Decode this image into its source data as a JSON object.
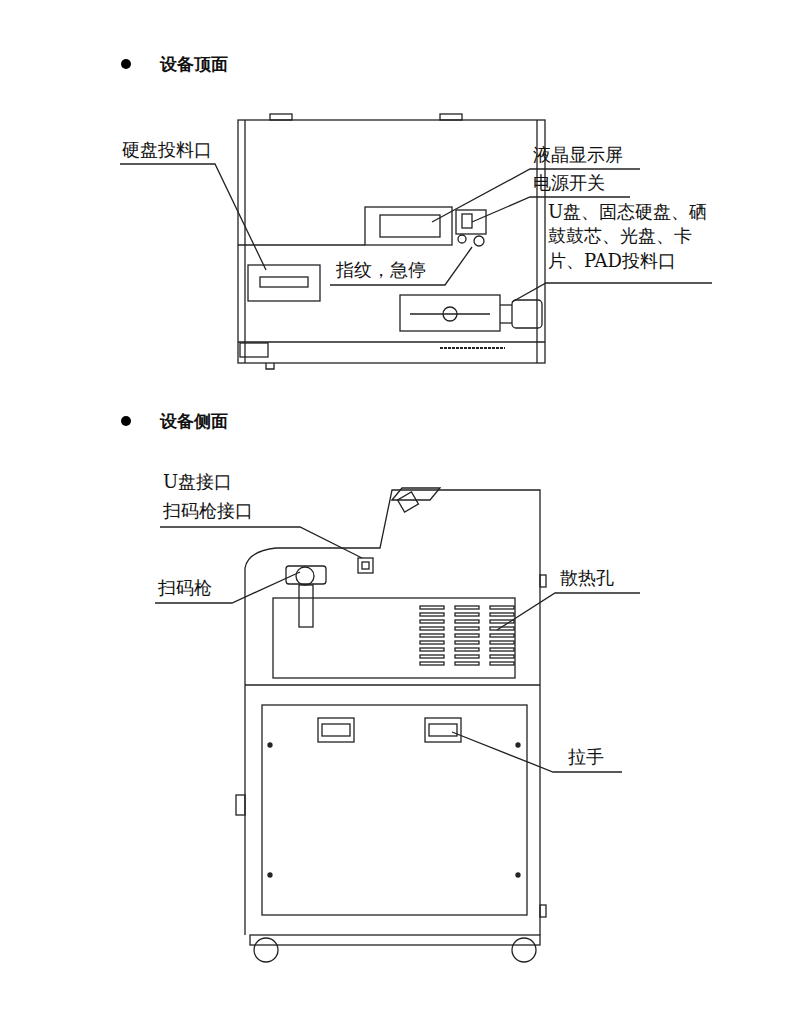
{
  "diagram": {
    "labels": [
      "设备顶面",
      "硬盘投料口",
      "液晶显示屏",
      "电源开关",
      "U盘、固态硬盘、硒鼓鼓芯、光盘、卡片、PAD投料口",
      "指纹，急停",
      "设备侧面",
      "U盘接口",
      "扫码枪接口",
      "扫码枪",
      "散热孔",
      "拉手"
    ]
  }
}
